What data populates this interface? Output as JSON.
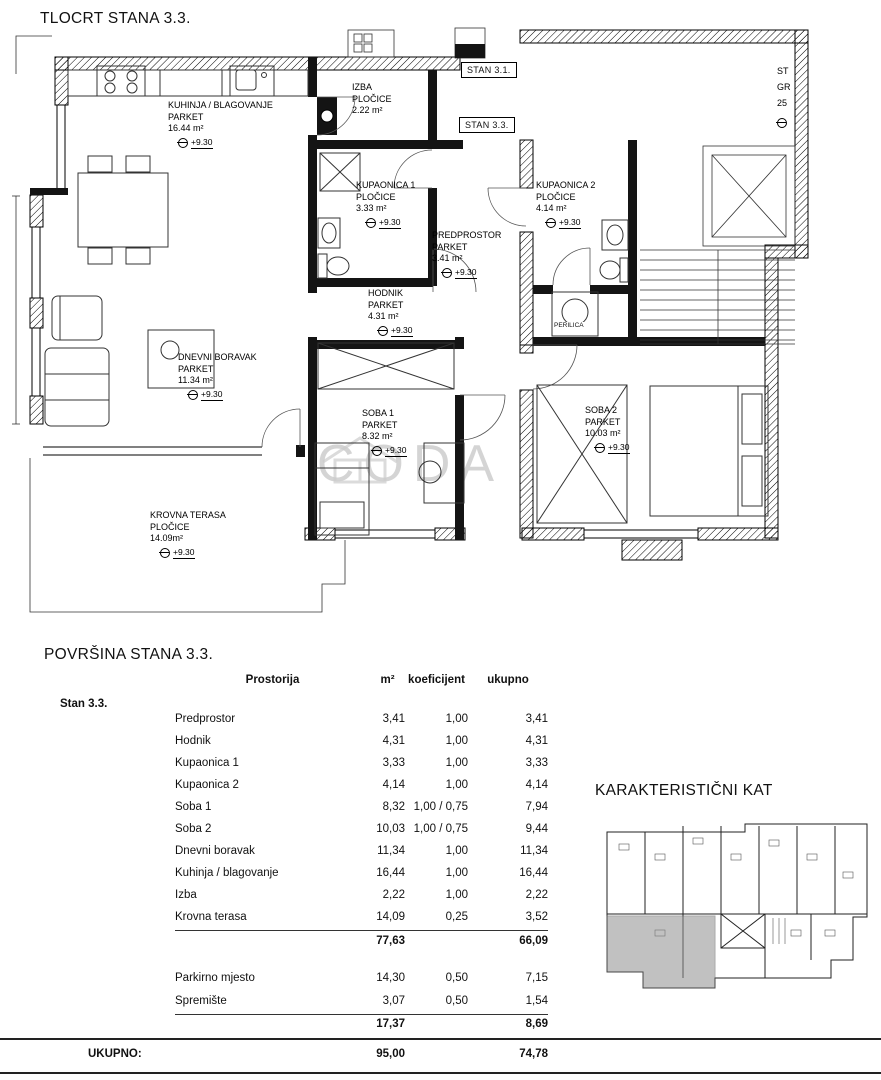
{
  "page": {
    "title": "TLOCRT STANA 3.3.",
    "watermark": "CODA"
  },
  "plan": {
    "stan_label_1": "STAN 3.1.",
    "stan_label_2": "STAN 3.3.",
    "perilica": "PERILICA",
    "edge_fragments": [
      "ST",
      "GR",
      "25"
    ],
    "rooms": [
      {
        "name": "KUHINJA / BLAGOVANJE",
        "floor": "PARKET",
        "area": "16.44 m²",
        "elev": "+9.30"
      },
      {
        "name": "IZBA",
        "floor": "PLOČICE",
        "area": "2.22 m²",
        "elev": ""
      },
      {
        "name": "KUPAONICA 1",
        "floor": "PLOČICE",
        "area": "3.33 m²",
        "elev": "+9.30"
      },
      {
        "name": "PREDPROSTOR",
        "floor": "PARKET",
        "area": "3.41 m²",
        "elev": "+9.30"
      },
      {
        "name": "KUPAONICA 2",
        "floor": "PLOČICE",
        "area": "4.14 m²",
        "elev": "+9.30"
      },
      {
        "name": "HODNIK",
        "floor": "PARKET",
        "area": "4.31 m²",
        "elev": "+9.30"
      },
      {
        "name": "DNEVNI BORAVAK",
        "floor": "PARKET",
        "area": "11.34 m²",
        "elev": "+9.30"
      },
      {
        "name": "SOBA 1",
        "floor": "PARKET",
        "area": "8.32 m²",
        "elev": "+9.30"
      },
      {
        "name": "SOBA 2",
        "floor": "PARKET",
        "area": "10.03 m²",
        "elev": "+9.30"
      },
      {
        "name": "KROVNA TERASA",
        "floor": "PLOČICE",
        "area": "14.09m²",
        "elev": "+9.30"
      }
    ]
  },
  "table": {
    "title": "POVRŠINA STANA 3.3.",
    "group_label": "Stan 3.3.",
    "headers": {
      "room": "Prostorija",
      "m2": "m²",
      "koef": "koeficijent",
      "total": "ukupno"
    },
    "rows": [
      {
        "room": "Predprostor",
        "m2": "3,41",
        "koef": "1,00",
        "total": "3,41"
      },
      {
        "room": "Hodnik",
        "m2": "4,31",
        "koef": "1,00",
        "total": "4,31"
      },
      {
        "room": "Kupaonica 1",
        "m2": "3,33",
        "koef": "1,00",
        "total": "3,33"
      },
      {
        "room": "Kupaonica 2",
        "m2": "4,14",
        "koef": "1,00",
        "total": "4,14"
      },
      {
        "room": "Soba 1",
        "m2": "8,32",
        "koef": "1,00 / 0,75",
        "total": "7,94"
      },
      {
        "room": "Soba 2",
        "m2": "10,03",
        "koef": "1,00 / 0,75",
        "total": "9,44"
      },
      {
        "room": "Dnevni boravak",
        "m2": "11,34",
        "koef": "1,00",
        "total": "11,34"
      },
      {
        "room": "Kuhinja / blagovanje",
        "m2": "16,44",
        "koef": "1,00",
        "total": "16,44"
      },
      {
        "room": "Izba",
        "m2": "2,22",
        "koef": "1,00",
        "total": "2,22"
      },
      {
        "room": "Krovna terasa",
        "m2": "14,09",
        "koef": "0,25",
        "total": "3,52"
      }
    ],
    "subtotal_main": {
      "m2": "77,63",
      "total": "66,09"
    },
    "extra_rows": [
      {
        "room": "Parkirno mjesto",
        "m2": "14,30",
        "koef": "0,50",
        "total": "7,15"
      },
      {
        "room": "Spremište",
        "m2": "3,07",
        "koef": "0,50",
        "total": "1,54"
      }
    ],
    "subtotal_extra": {
      "m2": "17,37",
      "total": "8,69"
    },
    "grand_total": {
      "label": "UKUPNO:",
      "m2": "95,00",
      "total": "74,78"
    }
  },
  "key_plan": {
    "title": "KARAKTERISTIČNI KAT"
  }
}
